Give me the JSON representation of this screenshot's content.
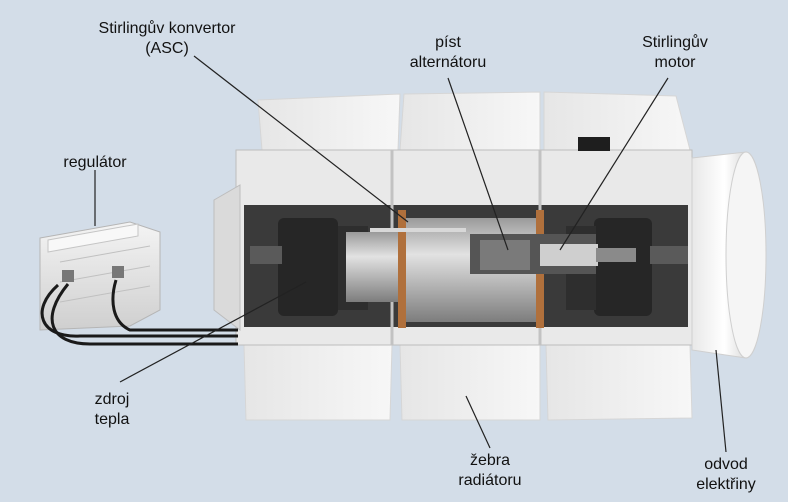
{
  "labels": {
    "converter": {
      "line1": "Stirlingův konvertor",
      "line2": "(ASC)"
    },
    "piston": {
      "line1": "píst",
      "line2": "alternátoru"
    },
    "engine": {
      "line1": "Stirlingův",
      "line2": "motor"
    },
    "regulator": {
      "line1": "regulátor"
    },
    "heat_source": {
      "line1": "zdroj",
      "line2": "tepla"
    },
    "radiator_fins": {
      "line1": "žebra",
      "line2": "radiátoru"
    },
    "power_output": {
      "line1": "odvod",
      "line2": "elektřiny"
    }
  },
  "colors": {
    "background": "#d3dde8",
    "housing": "#ececec",
    "fins": "#f1f1f1",
    "interior": "#3a3a3a",
    "cylinder": "#c4c4c4",
    "copper": "#b0703c",
    "leader": "#222222"
  }
}
